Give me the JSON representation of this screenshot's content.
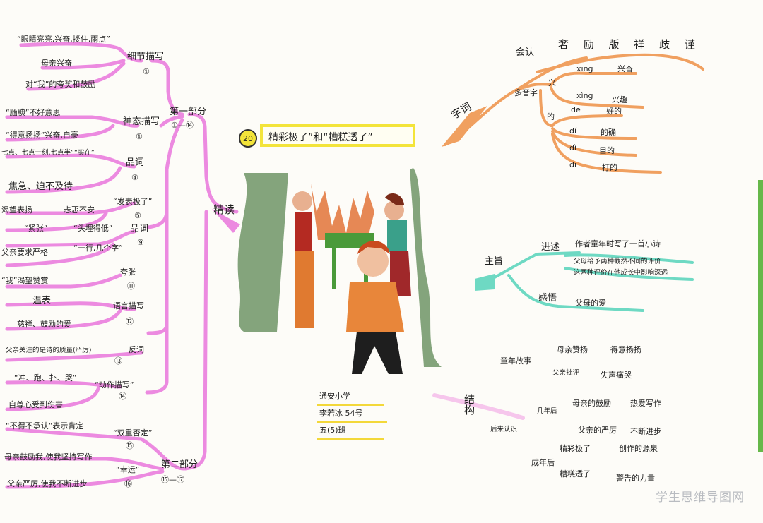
{
  "colors": {
    "left_branch": "#ec8ae0",
    "right_top_branch": "#f0a060",
    "right_mid_branch": "#6ed9c3",
    "right_bottom_branch": "#f6c6ec",
    "title_frame": "#f3e43a"
  },
  "center": {
    "lesson_no": "20",
    "title": "精彩极了”和“糟糕透了”"
  },
  "author": {
    "school": "通安小学",
    "name": "李若冰 54号",
    "class": "五(5)班"
  },
  "left": {
    "main": "精读",
    "part1": "第一部分",
    "part1_range": "①—⑭",
    "part2": "第二部分",
    "part2_range": "⑮—⑰",
    "detail": {
      "label": "细节描写",
      "num": "①",
      "items": [
        "“眼睛亮亮,兴奋,搂住,雨点”",
        "母亲兴奋",
        "对“我”的夸奖和鼓励"
      ]
    },
    "expression": {
      "label": "神态描写",
      "num": "①",
      "items": [
        "“腼腆”不好意思",
        "“得意扬扬”兴奋,自豪"
      ]
    },
    "words": {
      "label": "品词",
      "num": "④",
      "items": [
        "七点、七点一刻,七点半”“实在”",
        "焦急、迫不及待"
      ]
    },
    "sendout": {
      "label": "“发表极了”",
      "num": "⑤",
      "items": [
        "渴望表扬",
        "忐忑不安"
      ]
    },
    "tense": {
      "label": "品词",
      "num": "⑨",
      "items": [
        "“紧张”",
        "“头埋得低”",
        "父亲要求严格",
        "“一行,几个字”"
      ]
    },
    "exag": {
      "label": "夸张",
      "num": "⑪",
      "items": [
        "“我”渴望赞赏"
      ]
    },
    "lang": {
      "label": "语言描写",
      "num": "⑫",
      "items": [
        "温表",
        "慈祥、鼓励的爱"
      ]
    },
    "antonym": {
      "label": "反词",
      "num": "⑬",
      "items": [
        "父亲关注的是诗的质量(严厉)"
      ]
    },
    "action": {
      "label": "“动作描写”",
      "num": "⑭",
      "items": [
        "“冲、跑、扑、哭”",
        "自尊心受到伤害"
      ]
    },
    "neg": {
      "label": "“双重否定”",
      "num": "⑮",
      "items": [
        "“不得不承认”表示肯定"
      ]
    },
    "lucky": {
      "label": "“幸运”",
      "num": "⑯",
      "items": [
        "母亲鼓励我,使我坚持写作",
        "父亲严厉,使我不断进步"
      ]
    }
  },
  "right": {
    "words": {
      "label": "字词",
      "recognize": "会认",
      "recognize_chars": "奢 励 版 祥 歧 谨",
      "poly": "多音字",
      "xing": {
        "char": "兴",
        "r1": "xīng",
        "w1": "兴奋",
        "r2": "xìng",
        "w2": "兴趣"
      },
      "de": {
        "char": "的",
        "items": [
          [
            "de",
            "好的"
          ],
          [
            "dí",
            "的确"
          ],
          [
            "dì",
            "目的"
          ],
          [
            "dī",
            "打的"
          ]
        ]
      }
    },
    "theme": {
      "label": "主旨",
      "narrate": "进述",
      "narrate_main": "作者童年时写了一首小诗",
      "n1": "父母给予两种截然不同的评价",
      "n2": "这两种评价在他成长中影响深远",
      "feel": "感悟",
      "feel_item": "父母的爱"
    },
    "structure": {
      "label": "结构",
      "childhood": "童年故事",
      "c1": "母亲赞扬",
      "c2": "得意扬扬",
      "c3": "父亲批评",
      "c4": "失声痛哭",
      "years": "几年后",
      "y1": "母亲的鼓励",
      "y2": "热爱写作",
      "later": "后来认识",
      "l1": "父亲的严厉",
      "l2": "不断进步",
      "l3": "精彩极了",
      "l4": "创作的源泉",
      "grown": "成年后",
      "g1": "糟糕透了",
      "g2": "警告的力量"
    }
  },
  "watermark": "学生思维导图网"
}
